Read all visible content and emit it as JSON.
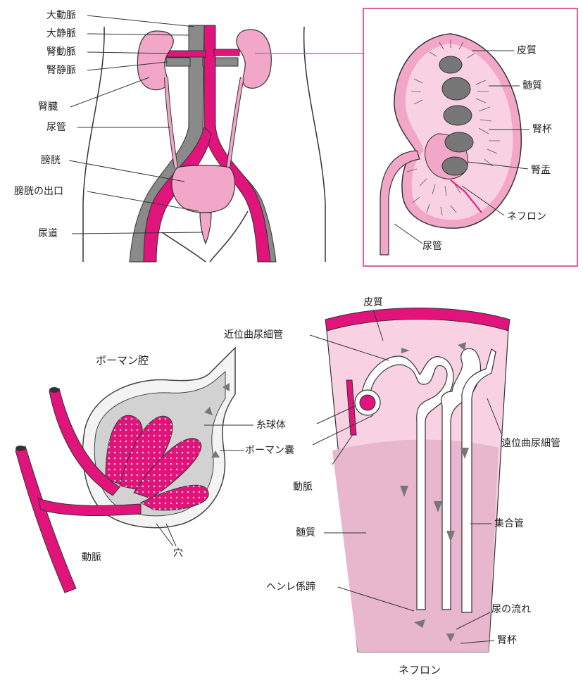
{
  "urinary_system": {
    "left_labels": [
      "大動脈",
      "大静脈",
      "腎動脈",
      "腎静脈",
      "腎臓",
      "尿管",
      "膀胱",
      "膀胱の出口",
      "尿道"
    ]
  },
  "kidney_detail": {
    "labels": [
      "皮質",
      "髄質",
      "腎杯",
      "腎盂",
      "ネフロン",
      "尿管"
    ]
  },
  "bowman": {
    "title": "ボーマン腔",
    "labels": [
      "糸球体",
      "ボーマン嚢",
      "穴",
      "動脈"
    ]
  },
  "nephron": {
    "labels": [
      "皮質",
      "近位曲尿細管",
      "遠位曲尿細管",
      "動脈",
      "髄質",
      "集合管",
      "ヘンレ係蹄",
      "尿の流れ",
      "腎杯"
    ],
    "caption": "ネフロン"
  },
  "colors": {
    "artery": "#e0147a",
    "vein": "#8a8a8a",
    "organ": "#f2a7c9",
    "organ_light": "#f8d2e3",
    "frame": "#e0609f"
  }
}
